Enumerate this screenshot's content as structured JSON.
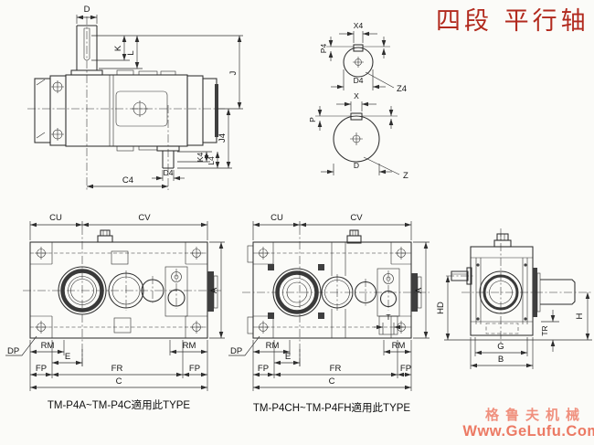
{
  "title": "四段 平行轴",
  "colors": {
    "title": "#b22a1e",
    "watermark_brand": "#f0907e",
    "watermark_site": "#ec7a64"
  },
  "watermark": {
    "brand": "格鲁夫机械",
    "site": "Www.GeLufu.Com"
  },
  "top_view": {
    "labels": {
      "d": "D",
      "k": "K",
      "l": "L",
      "j": "J",
      "j4": "J4",
      "k4": "K4",
      "l4": "L4",
      "d4": "D4",
      "c4": "C4"
    }
  },
  "shaft_section_4": {
    "labels": {
      "x4": "X4",
      "p4": "P4",
      "d4": "D4",
      "z4": "Z4"
    }
  },
  "shaft_section": {
    "labels": {
      "x": "X",
      "p": "P",
      "d": "D",
      "z": "Z"
    }
  },
  "front_view_a": {
    "caption": "TM-P4A~TM-P4C適用此TYPE",
    "labels": {
      "cu": "CU",
      "cv": "CV",
      "a": "A",
      "dp": "DP",
      "rm_l": "RM",
      "rm_r": "RM",
      "e": "E",
      "fp_l": "FP",
      "fr": "FR",
      "fp_r": "FP",
      "c": "C"
    }
  },
  "front_view_h": {
    "caption": "TM-P4CH~TM-P4FH適用此TYPE",
    "labels": {
      "cu": "CU",
      "cv": "CV",
      "a": "A",
      "t": "T",
      "dp": "DP",
      "rm_l": "RM",
      "rm_r": "RM",
      "e": "E",
      "fp_l": "FP",
      "fr": "FR",
      "fp_r": "FP",
      "c": "C"
    }
  },
  "side_view": {
    "labels": {
      "hd": "HD",
      "h": "H",
      "tr": "TR",
      "g": "G",
      "b": "B"
    }
  }
}
